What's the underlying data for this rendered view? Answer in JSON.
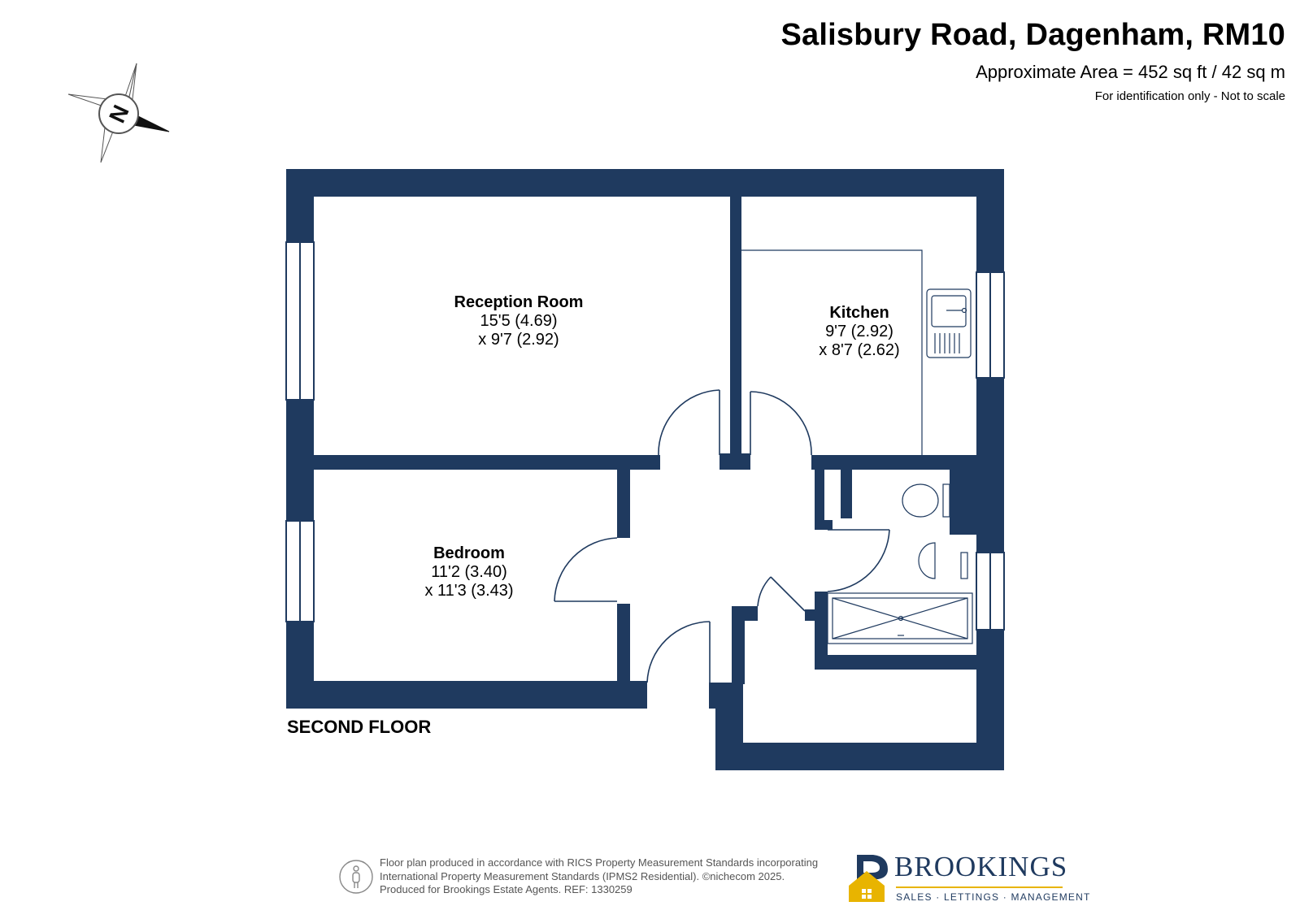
{
  "header": {
    "title": "Salisbury Road, Dagenham, RM10",
    "area": "Approximate Area = 452 sq ft / 42 sq m",
    "note": "For identification only - Not to scale"
  },
  "compass": {
    "letter": "N"
  },
  "rooms": {
    "reception": {
      "name": "Reception Room",
      "dim1": "15'5 (4.69)",
      "dim2": "x 9'7 (2.92)"
    },
    "kitchen": {
      "name": "Kitchen",
      "dim1": "9'7 (2.92)",
      "dim2": "x 8'7 (2.62)"
    },
    "bedroom": {
      "name": "Bedroom",
      "dim1": "11'2 (3.40)",
      "dim2": "x 11'3 (3.43)"
    }
  },
  "floor_label": "SECOND FLOOR",
  "footer": {
    "line1": "Floor plan produced in accordance with RICS Property Measurement Standards incorporating",
    "line2": "International Property Measurement Standards (IPMS2 Residential).  ©nichecom 2025.",
    "line3": "Produced for Brookings Estate Agents.   REF: 1330259"
  },
  "brand": {
    "name": "BROOKINGS",
    "tagline": "SALES · LETTINGS · MANAGEMENT"
  },
  "colors": {
    "wall": "#1f3a5f",
    "brand_accent": "#e8b400",
    "brand_primary": "#1f3a5f"
  }
}
